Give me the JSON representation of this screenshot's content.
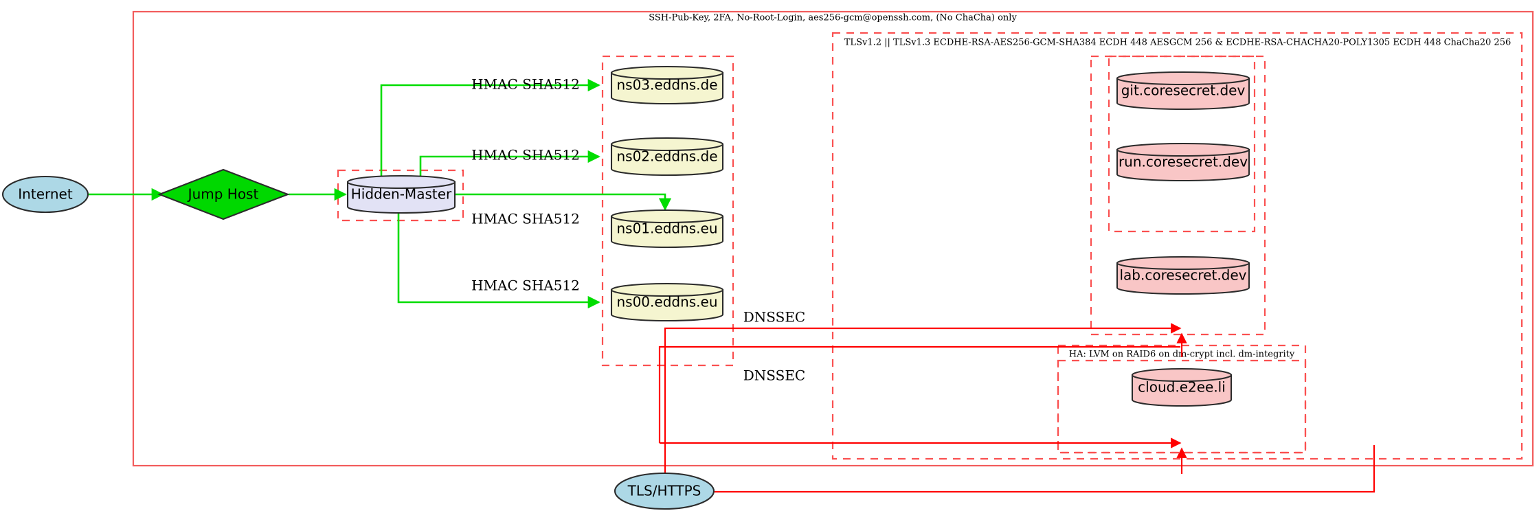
{
  "diagram": {
    "title_label": "SSH-Pub-Key, 2FA, No-Root-Login, aes256-gcm@openssh.com, (No ChaCha) only",
    "clusters": [
      {
        "id": "ssh-outer",
        "label": "SSH-Pub-Key, 2FA, No-Root-Login, aes256-gcm@openssh.com, (No ChaCha) only",
        "style": "solid-red"
      },
      {
        "id": "tls-outer",
        "label": "TLSv1.2 || TLSv1.3 ECDHE-RSA-AES256-GCM-SHA384 ECDH 448 AESGCM 256 & ECDHE-RSA-CHACHA20-POLY1305 ECDH 448 ChaCha20 256",
        "style": "dashed-red"
      },
      {
        "id": "ha-cluster",
        "label": "HA: LVM on RAID6 on dm-crypt incl. dm-integrity",
        "style": "dashed-red"
      },
      {
        "id": "hidden-master-box",
        "label": "",
        "style": "dashed-red"
      },
      {
        "id": "nameserver-box",
        "label": "",
        "style": "dashed-red"
      },
      {
        "id": "coresecret-box",
        "label": "",
        "style": "dashed-red"
      },
      {
        "id": "coresecret-inner-box",
        "label": "",
        "style": "dashed-red"
      },
      {
        "id": "cloud-box",
        "label": "",
        "style": "dashed-red"
      }
    ],
    "nodes": [
      {
        "id": "internet",
        "label": "Internet",
        "shape": "ellipse",
        "fill": "#add8e6"
      },
      {
        "id": "jump-host",
        "label": "Jump Host",
        "shape": "diamond",
        "fill": "#00d800"
      },
      {
        "id": "hidden-master",
        "label": "Hidden-Master",
        "shape": "cylinder",
        "fill": "#e2e2f5"
      },
      {
        "id": "ns03",
        "label": "ns03.eddns.de",
        "shape": "cylinder",
        "fill": "#f5f5d0"
      },
      {
        "id": "ns02",
        "label": "ns02.eddns.de",
        "shape": "cylinder",
        "fill": "#f5f5d0"
      },
      {
        "id": "ns01",
        "label": "ns01.eddns.eu",
        "shape": "cylinder",
        "fill": "#f5f5d0"
      },
      {
        "id": "ns00",
        "label": "ns00.eddns.eu",
        "shape": "cylinder",
        "fill": "#f5f5d0"
      },
      {
        "id": "git",
        "label": "git.coresecret.dev",
        "shape": "cylinder",
        "fill": "#f9c6c6"
      },
      {
        "id": "run",
        "label": "run.coresecret.dev",
        "shape": "cylinder",
        "fill": "#f9c6c6"
      },
      {
        "id": "lab",
        "label": "lab.coresecret.dev",
        "shape": "cylinder",
        "fill": "#f9c6c6"
      },
      {
        "id": "cloud",
        "label": "cloud.e2ee.li",
        "shape": "cylinder",
        "fill": "#f9c6c6"
      },
      {
        "id": "tls-https",
        "label": "TLS/HTTPS",
        "shape": "ellipse",
        "fill": "#add8e6"
      }
    ],
    "edge_labels": {
      "hmac_ns03": "HMAC SHA512",
      "hmac_ns02": "HMAC SHA512",
      "hmac_ns01": "HMAC SHA512",
      "hmac_ns00": "HMAC SHA512",
      "dnssec_upper": "DNSSEC",
      "dnssec_lower": "DNSSEC"
    },
    "colors": {
      "green_edge": "#00dd00",
      "red_edge": "#ff0000",
      "cluster_red": "#fa5050",
      "node_blue": "#add8e6",
      "node_green": "#00d800",
      "node_lavender": "#e2e2f5",
      "node_yellow": "#f5f5d0",
      "node_pink": "#f9c6c6"
    }
  }
}
